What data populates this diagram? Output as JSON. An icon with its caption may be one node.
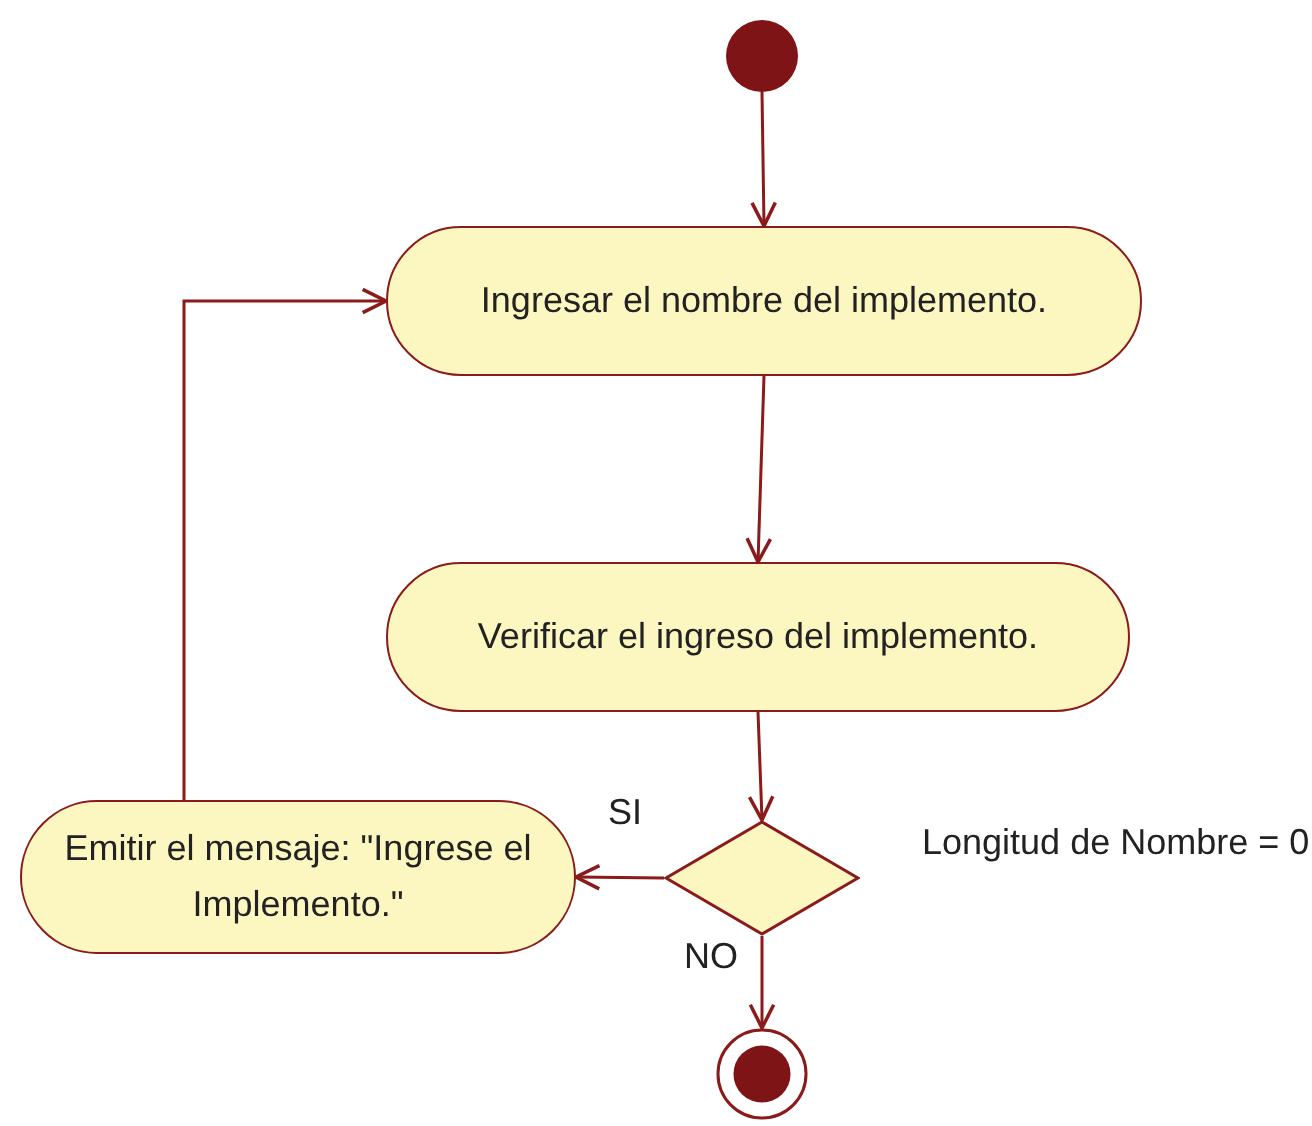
{
  "diagram": {
    "nodes": [
      {
        "text": [],
        "shape": "circle"
      },
      {
        "text": [
          "Ingresar el nombre del implemento."
        ]
      },
      {
        "text": [
          "Verificar el ingreso del implemento."
        ]
      },
      {
        "text": [],
        "shape": "diamond",
        "beside": [
          "Longitud de Nombre = 0"
        ]
      },
      {
        "text": [
          "Emitir el mensaje: \"Ingrese el Implemento.\""
        ]
      },
      {
        "text": [],
        "shape": "circle"
      }
    ],
    "edges": [
      {
        "from": 0,
        "to": 1,
        "arrow": "to"
      },
      {
        "from": 1,
        "to": 2,
        "arrow": "to"
      },
      {
        "from": 2,
        "to": 3,
        "arrow": "to"
      },
      {
        "from": 3,
        "to": 4,
        "arrow": "to",
        "label": "SI"
      },
      {
        "from": 3,
        "to": 5,
        "arrow": "to",
        "label": "NO"
      },
      {
        "from": 4,
        "to": 1,
        "arrow": "to"
      }
    ]
  }
}
